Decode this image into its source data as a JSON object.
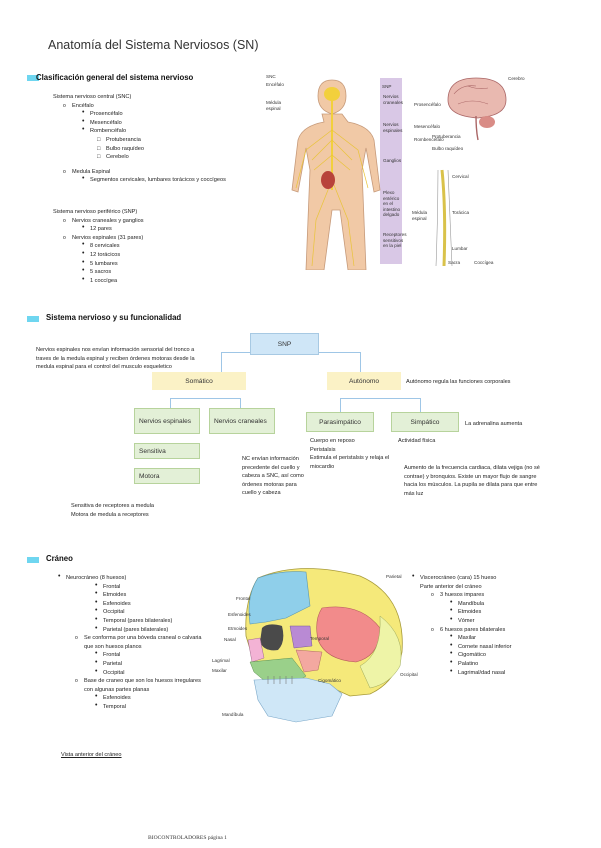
{
  "title": "Anatomía del Sistema Nerviosos (SN)",
  "section1": {
    "heading": "Clasificación general del sistema nervioso",
    "snc_title": "Sistema nervioso central (SNC)",
    "encefalo": "Encéfalo",
    "prosencefalo": "Prosencéfalo",
    "mesencefalo": "Mesencéfalo",
    "rombencefalo": "Rombencéfalo",
    "protuberancia": "Protuberancia",
    "bulbo": "Bulbo raquídeo",
    "cerebelo": "Cerebelo",
    "medula": "Medula Espinal",
    "segmentos": "Segmentos cervicales, lumbares torácicos y coccígeos",
    "snp_title": "Sistema nervioso periférico (SNP)",
    "craneales": "Nervios craneales y ganglios",
    "pares12": "12 pares",
    "espinales": "Nervios espinales (31 pares)",
    "espinales_items": [
      "8 cervicales",
      "12 torácicos",
      "5 lumbares",
      "5 sacros",
      "1 coccígea"
    ],
    "figure_labels": {
      "snc": "SNC",
      "encefalo": "Encéfalo",
      "medula": "Médula espinal",
      "snp": "SNP",
      "nervios_craneales": "Nervios craneales",
      "nervios_espinales": "Nervios espinales",
      "ganglios": "Ganglios",
      "plexo": "Plexo entérico en el intestino delgado",
      "receptores": "Receptores sensitivos en la piel",
      "cerebro": "Cerebro",
      "prosencefalo": "Prosencéfalo",
      "mesencefalo": "Mesencéfalo",
      "rombencefalo": "Rombencéfalo",
      "protuberancia": "Protuberancia",
      "bulbo": "Bulbo raquídeo",
      "cervical": "Cervical",
      "toracica": "Torácica",
      "medula_espinal": "Médula espinal",
      "lumbar": "Lumbar",
      "sacra": "Sacra",
      "coccigea": "Coccígea"
    }
  },
  "section2": {
    "heading": "Sistema nervioso y su funcionalidad",
    "snp": "SNP",
    "somatico": "Somático",
    "autonomo": "Autónomo",
    "autonomo_desc": "Autónomo regula las funciones corporales",
    "nervios_espinales": "Nervios espinales",
    "nervios_craneales": "Nervios craneales",
    "parasimpatico": "Parasimpático",
    "simpatico": "Simpático",
    "sensitiva": "Sensitiva",
    "motora": "Motora",
    "left_text": "Nervios espinales nos envían información sensorial del tronco a traves de la medula espinal y reciben órdenes motoras desde la medula espinal para el control del musculo esqueletico",
    "nc_text": "NC envían información precedente del cuello y cabeza a SNC, así como órdenes motoras para cuello y cabeza",
    "para_text1": "Cuerpo en reposo",
    "para_text2": "Peristalsis",
    "para_text3": "Estimula el peristalsis y relaja el miocardio",
    "adrenalina": "La adrenalina aumenta",
    "actividad": "Actividad física",
    "simp_text": "Aumento de la frecuencia cardiaca, dilata vejiga (no sé contrae) y bronquios. Existe un mayor flujo de sangre hacia los músculos. La pupila se dilata para que entre más luz",
    "sens_mot1": "Sensitiva de receptores a medula",
    "sens_mot2": "Motora de medula a receptores"
  },
  "section3": {
    "heading": "Cráneo",
    "neuro": "Neurocráneo (8 huesos)",
    "neuro_items": [
      "Frontal",
      "Etmoides",
      "Esfenoides",
      "Occipital",
      "Temporal (pares bilaterales)",
      "Parietal (pares bilaterales)"
    ],
    "boveda": "Se conforma por una bóveda craneal o calvaria que son huesos planos",
    "boveda_items": [
      "Frontal",
      "Parietal",
      "Occipital"
    ],
    "base": "Base de craneo que son los huesos irregulares con algunas partes planas",
    "base_items": [
      "Esfenoides",
      "Temporal"
    ],
    "viscero": "Viscerocráneo (cara) 15 hueso",
    "viscero_sub": "Parte anterior del cráneo",
    "impares": "3 huesos impares",
    "impares_items": [
      "Mandíbula",
      "Etmoides",
      "Vómer"
    ],
    "pares": "6 huesos pares bilaterales",
    "pares_items": [
      "Maxilar",
      "Cornete nasal inferior",
      "Cigomático",
      "Palatino",
      "Lagrimal/dad nasal"
    ],
    "vista": "Vista anterior del cráneo",
    "skull_labels": {
      "parietal": "Parietal",
      "frontal": "Frontal",
      "esfenoides": "Esfenoides",
      "etmoides": "Etmoides",
      "nasal": "Nasal",
      "lagrimal": "Lagrimal",
      "maxilar": "Maxilar",
      "temporal": "Temporal",
      "occipital": "Occipital",
      "cigomatico": "Cigomático",
      "mandibula": "Mandíbula"
    }
  },
  "footer": "BIOCONTROLADORES página 1",
  "colors": {
    "accent_cyan": "#6fd6f0",
    "box_blue": "#cfe6f7",
    "box_yellow": "#fbf2c6",
    "box_green": "#e3f0d7",
    "band_purple": "#d9c8e6"
  }
}
